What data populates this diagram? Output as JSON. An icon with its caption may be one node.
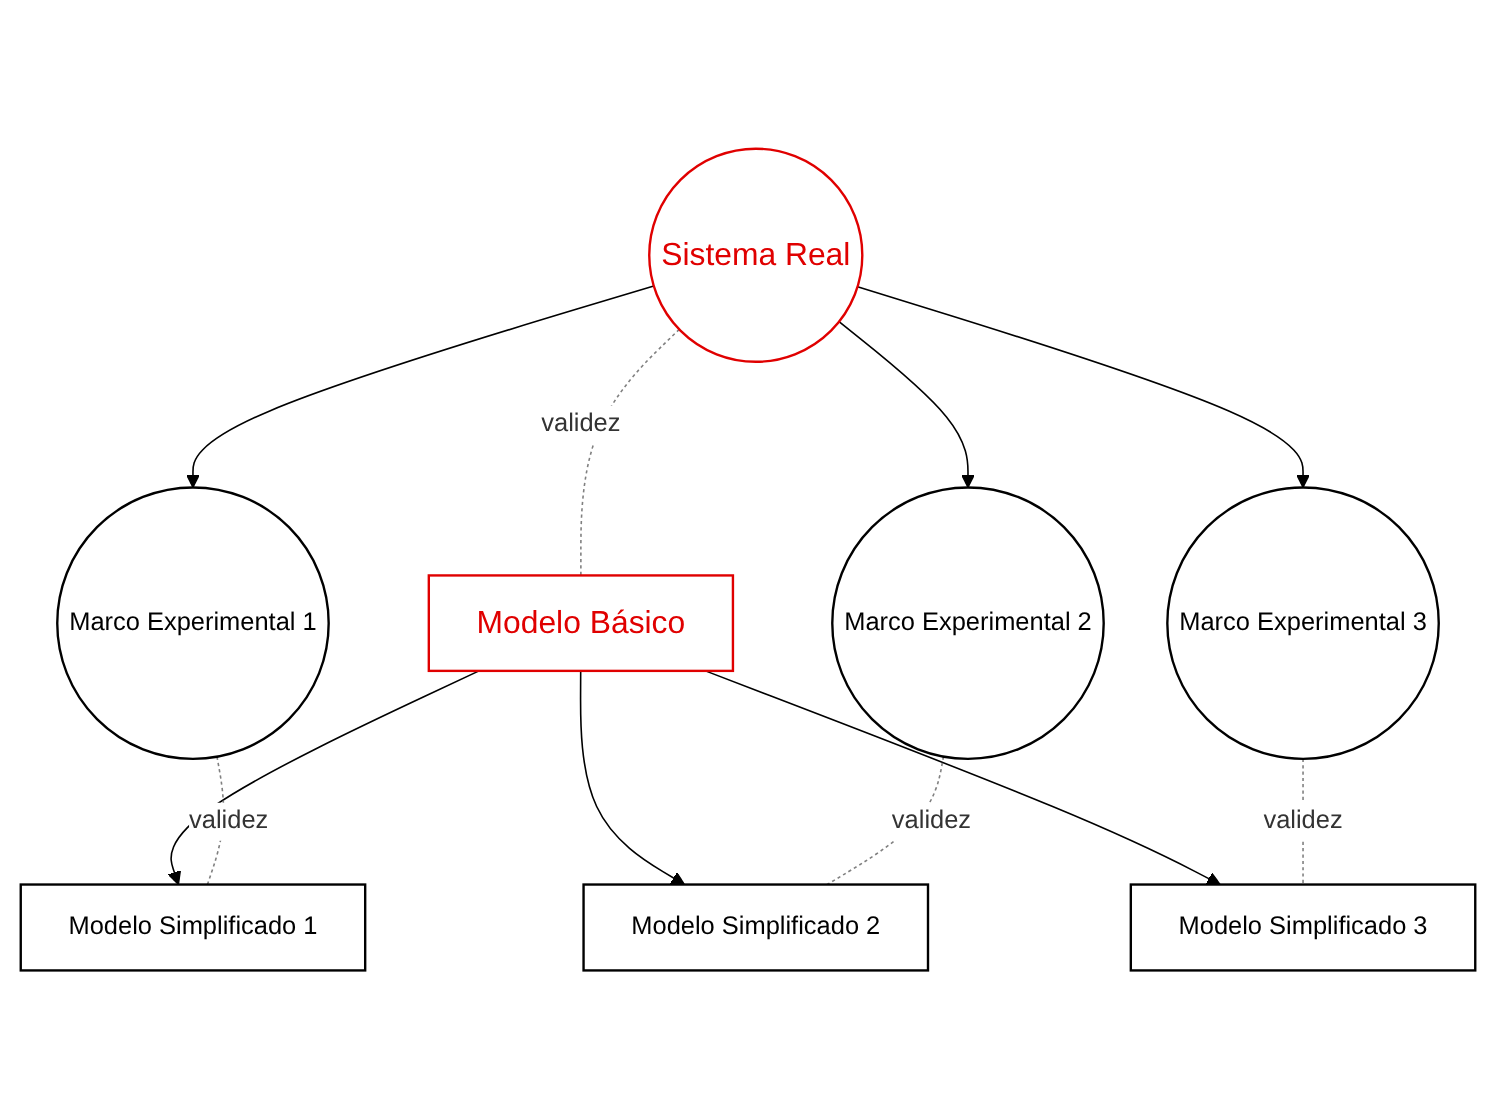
{
  "diagram": {
    "nodes": [
      {
        "text": [
          "Sistema Real"
        ]
      },
      {
        "text": [
          "Modelo Básico"
        ]
      },
      {
        "text": [
          "Marco Experimental 1"
        ]
      },
      {
        "text": [
          "Modelo Simplificado 1"
        ]
      },
      {
        "text": [
          "Marco Experimental 2"
        ]
      },
      {
        "text": [
          "Modelo Simplificado 2"
        ]
      },
      {
        "text": [
          "Marco Experimental 3"
        ]
      },
      {
        "text": [
          "Modelo Simplificado 3"
        ]
      }
    ],
    "edges": [
      {
        "from": 0,
        "to": 1,
        "arrow": "none",
        "label": "validez",
        "style": "dashed",
        "color": "#808080"
      },
      {
        "from": 0,
        "to": 2,
        "arrow": "to"
      },
      {
        "from": 0,
        "to": 4,
        "arrow": "to"
      },
      {
        "from": 0,
        "to": 6,
        "arrow": "to"
      },
      {
        "from": 1,
        "to": 3,
        "arrow": "to"
      },
      {
        "from": 1,
        "to": 5,
        "arrow": "to"
      },
      {
        "from": 1,
        "to": 7,
        "arrow": "to"
      },
      {
        "from": 2,
        "to": 3,
        "arrow": "none",
        "label": "validez",
        "style": "dashed",
        "color": "#808080"
      },
      {
        "from": 4,
        "to": 5,
        "arrow": "none",
        "label": "validez",
        "style": "dashed",
        "color": "#808080"
      },
      {
        "from": 6,
        "to": 7,
        "arrow": "none",
        "label": "validez",
        "style": "dashed",
        "color": "#808080"
      }
    ]
  }
}
